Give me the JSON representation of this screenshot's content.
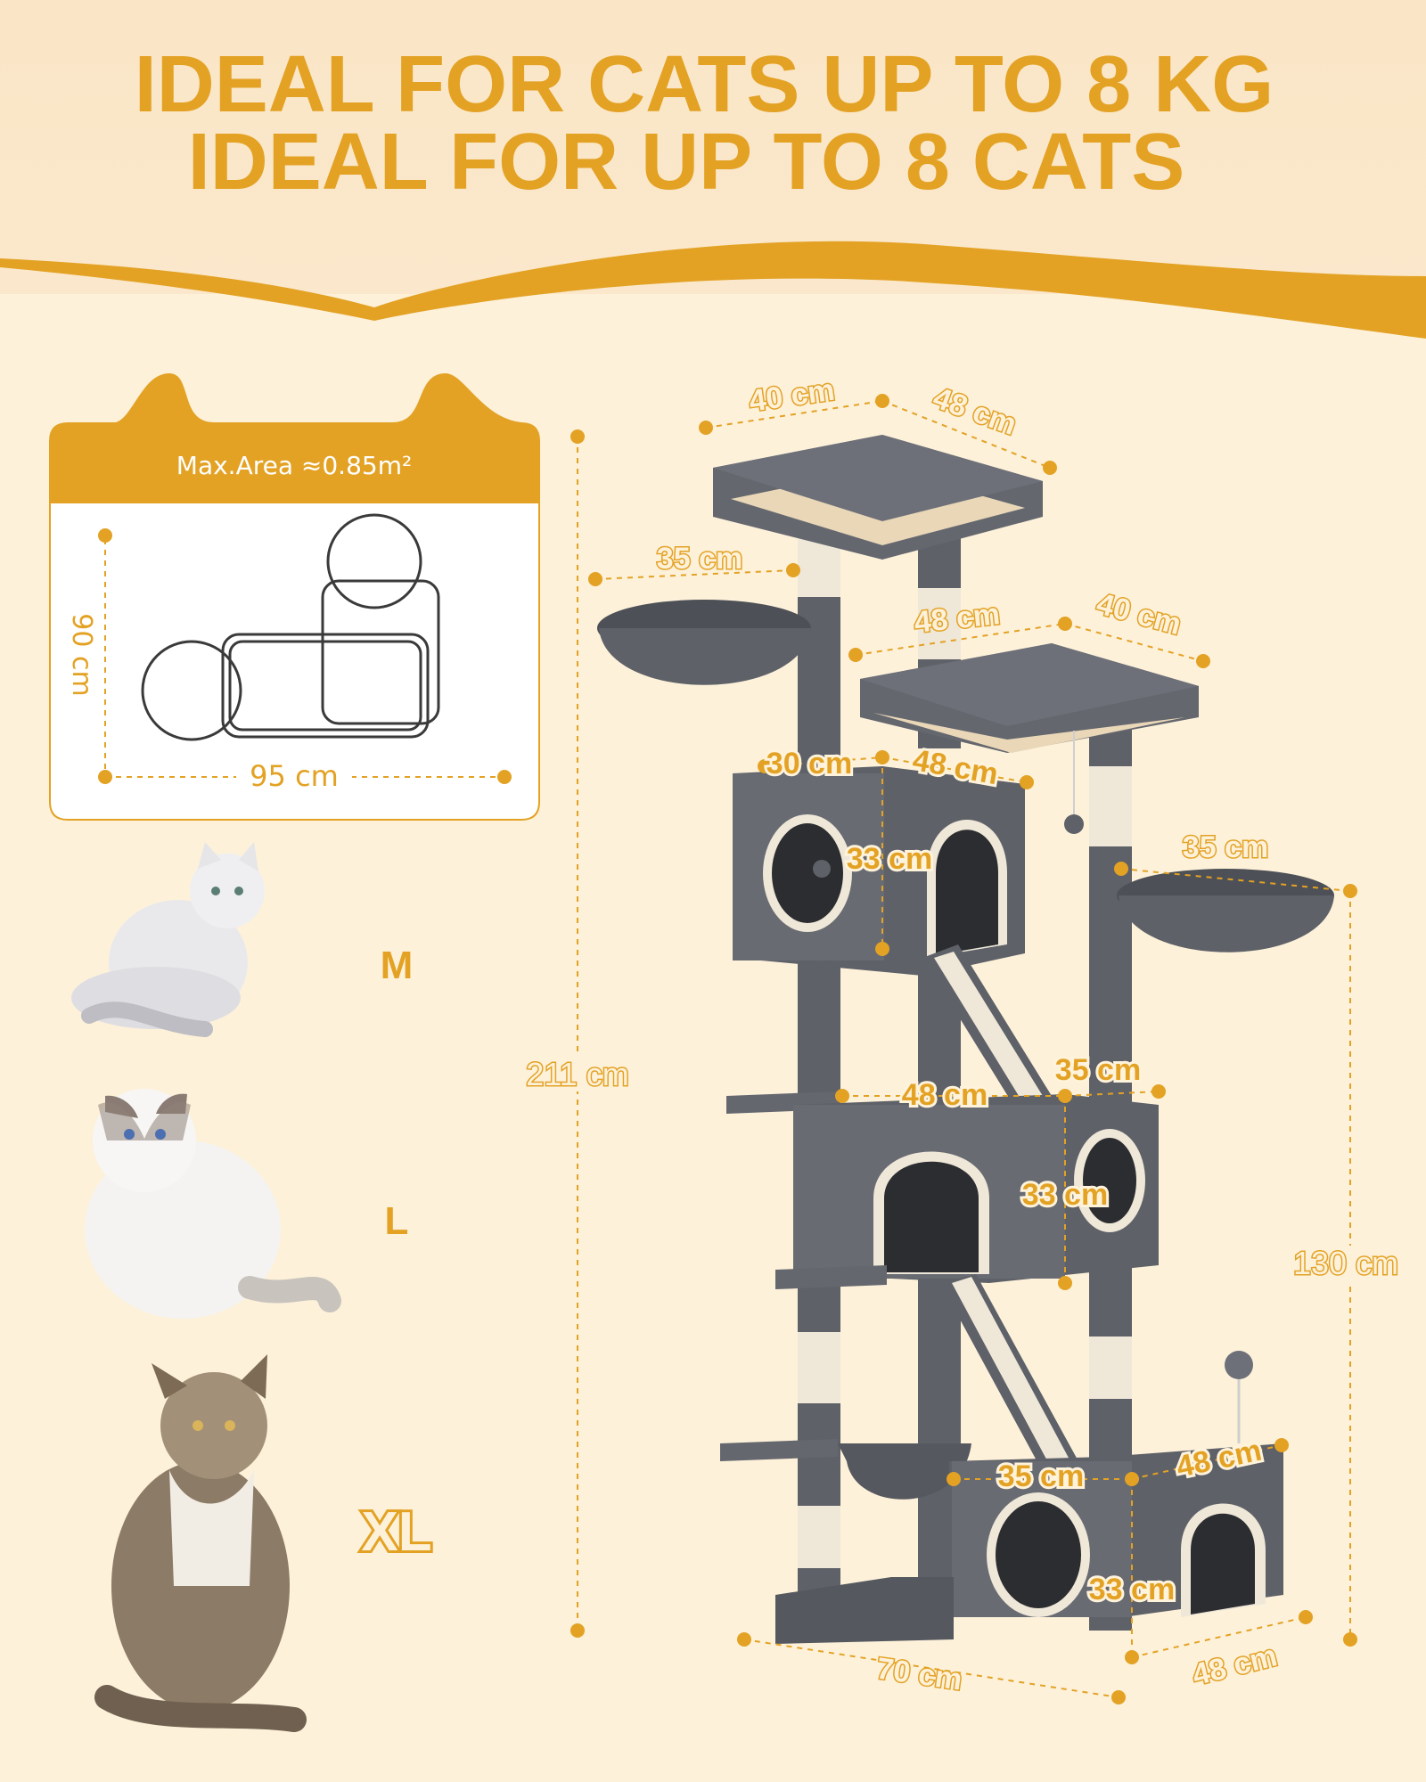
{
  "headline": {
    "line1": "IDEAL FOR CATS UP TO 8 KG",
    "line2": "IDEAL FOR UP TO 8 CATS"
  },
  "area_card": {
    "title": "Max.Area ≈0.85m²",
    "depth": "90 cm",
    "width": "95 cm"
  },
  "cat_sizes": [
    {
      "label": "M"
    },
    {
      "label": "L"
    },
    {
      "label": "XL"
    }
  ],
  "dimensions": {
    "total_height": "211 cm",
    "lower_height": "130 cm",
    "top_platform_w": "40 cm",
    "top_platform_d": "48 cm",
    "hammock_left": "35 cm",
    "platform2_d": "48 cm",
    "platform2_w": "40 cm",
    "condo1_w": "30 cm",
    "condo1_d": "48 cm",
    "condo1_h": "33 cm",
    "hammock_right": "35 cm",
    "condo2_w": "48 cm",
    "condo2_d": "35 cm",
    "condo2_h": "33 cm",
    "condo3_w": "35 cm",
    "condo3_d": "48 cm",
    "condo3_h": "33 cm",
    "base_w": "70 cm",
    "base_d": "48 cm"
  },
  "colors": {
    "accent": "#e3a224",
    "background": "#fdf1da",
    "tree_grey": "#5e6168",
    "sisal": "#efe7d8"
  }
}
